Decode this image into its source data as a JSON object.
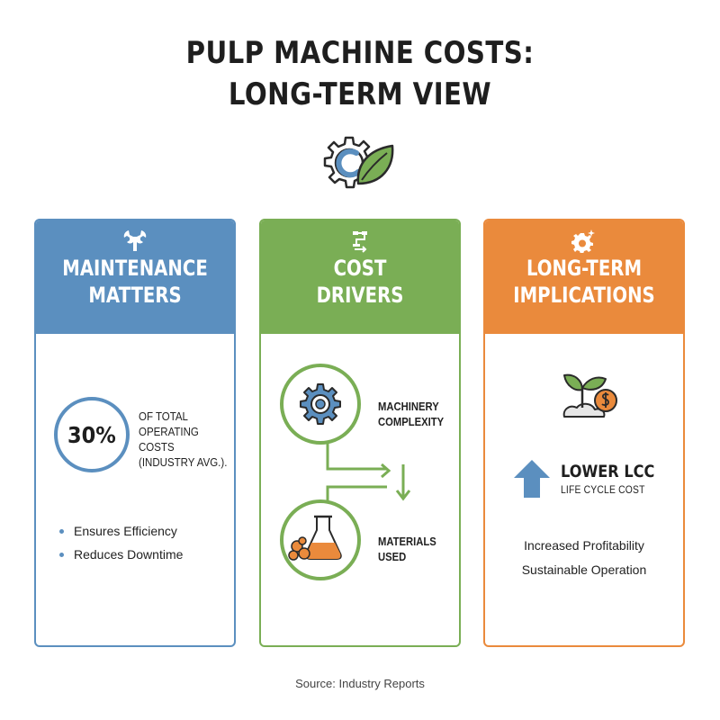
{
  "title": {
    "line1": "PULP MACHINE COSTS:",
    "line2": "LONG-TERM VIEW"
  },
  "hero_icon": "gear-leaf-icon",
  "colors": {
    "blue": "#5b8fbf",
    "green": "#7aae55",
    "orange": "#ea8a3c"
  },
  "cards": [
    {
      "icon": "wrench-icon",
      "title_line1": "MAINTENANCE",
      "title_line2": "MATTERS",
      "stat_value": "30%",
      "stat_desc": [
        "OF TOTAL",
        "OPERATING",
        "COSTS",
        "(INDUSTRY AVG.)."
      ],
      "bullets": [
        "Ensures Efficiency",
        "Reduces Downtime"
      ]
    },
    {
      "icon": "flowchart-icon",
      "title_line1": "COST",
      "title_line2": "DRIVERS",
      "drivers": [
        {
          "icon": "gear-icon",
          "label_line1": "MACHINERY",
          "label_line2": "COMPLEXITY"
        },
        {
          "icon": "flask-icon",
          "label_line1": "MATERIALS",
          "label_line2": "USED"
        }
      ]
    },
    {
      "icon": "gear-spark-icon",
      "title_line1": "LONG-TERM",
      "title_line2": "IMPLICATIONS",
      "icon_main": "plant-coin-icon",
      "lcc_title": "LOWER LCC",
      "lcc_sub": "LIFE CYCLE COST",
      "outcomes": [
        "Increased Profitability",
        "Sustainable Operation"
      ]
    }
  ],
  "source": "Source: Industry Reports"
}
